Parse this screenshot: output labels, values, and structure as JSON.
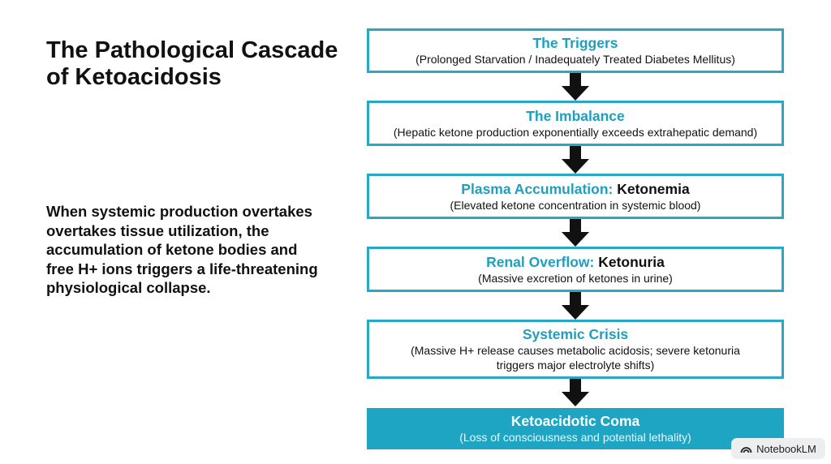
{
  "title": {
    "line1": "The Pathological Cascade",
    "line2": "of Ketoacidosis"
  },
  "description": {
    "lines": [
      "When systemic production overtakes",
      "overtakes tissue utilization, the",
      "accumulation of ketone bodies and",
      "free H+ ions triggers a life-threatening",
      "physiological collapse."
    ]
  },
  "flow": {
    "steps": [
      {
        "title": "The Triggers",
        "title_em": "",
        "subtitle_lines": [
          "(Prolonged Starvation / Inadequately Treated Diabetes Mellitus)"
        ]
      },
      {
        "title": "The Imbalance",
        "title_em": "",
        "subtitle_lines": [
          "(Hepatic ketone production exponentially exceeds extrahepatic demand)"
        ]
      },
      {
        "title": "Plasma Accumulation:",
        "title_em": "Ketonemia",
        "subtitle_lines": [
          "(Elevated ketone concentration in systemic blood)"
        ]
      },
      {
        "title": "Renal Overflow:",
        "title_em": "Ketonuria",
        "subtitle_lines": [
          "(Massive excretion of ketones in urine)"
        ]
      },
      {
        "title": "Systemic Crisis",
        "title_em": "",
        "subtitle_lines": [
          "(Massive H+ release causes metabolic acidosis; severe ketonuria",
          "triggers major electrolyte shifts)"
        ]
      },
      {
        "title": "Ketoacidotic Coma",
        "title_em": "",
        "subtitle_lines": [
          "(Loss of consciousness and potential lethality)"
        ]
      }
    ],
    "colors": {
      "accent": "#29a8c6",
      "accent_text": "#1e9fbd",
      "final_fill": "#1ea5c3",
      "arrow": "#111111"
    }
  },
  "badge": {
    "label": "NotebookLM",
    "icon": "notebooklm-logo-icon"
  }
}
